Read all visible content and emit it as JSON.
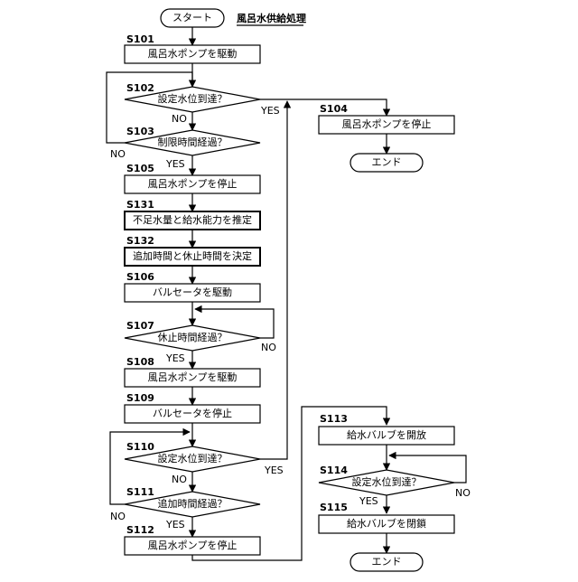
{
  "title": "風呂水供給処理",
  "terminals": {
    "start": "スタート",
    "end1": "エンド",
    "end2": "エンド"
  },
  "steps": {
    "S101": {
      "id": "S101",
      "text": "風呂水ポンプを駆動"
    },
    "S102": {
      "id": "S102",
      "text": "設定水位到達？"
    },
    "S103": {
      "id": "S103",
      "text": "制限時間経過？"
    },
    "S104": {
      "id": "S104",
      "text": "風呂水ポンプを停止"
    },
    "S105": {
      "id": "S105",
      "text": "風呂水ポンプを停止"
    },
    "S131": {
      "id": "S131",
      "text": "不足水量と給水能力を推定"
    },
    "S132": {
      "id": "S132",
      "text": "追加時間と休止時間を決定"
    },
    "S106": {
      "id": "S106",
      "text": "バルセータを駆動"
    },
    "S107": {
      "id": "S107",
      "text": "休止時間経過？"
    },
    "S108": {
      "id": "S108",
      "text": "風呂水ポンプを駆動"
    },
    "S109": {
      "id": "S109",
      "text": "バルセータを停止"
    },
    "S110": {
      "id": "S110",
      "text": "設定水位到達？"
    },
    "S111": {
      "id": "S111",
      "text": "追加時間経過？"
    },
    "S112": {
      "id": "S112",
      "text": "風呂水ポンプを停止"
    },
    "S113": {
      "id": "S113",
      "text": "給水バルブを開放"
    },
    "S114": {
      "id": "S114",
      "text": "設定水位到達？"
    },
    "S115": {
      "id": "S115",
      "text": "給水バルブを閉鎖"
    }
  },
  "branch_labels": {
    "yes": "YES",
    "no": "NO"
  }
}
